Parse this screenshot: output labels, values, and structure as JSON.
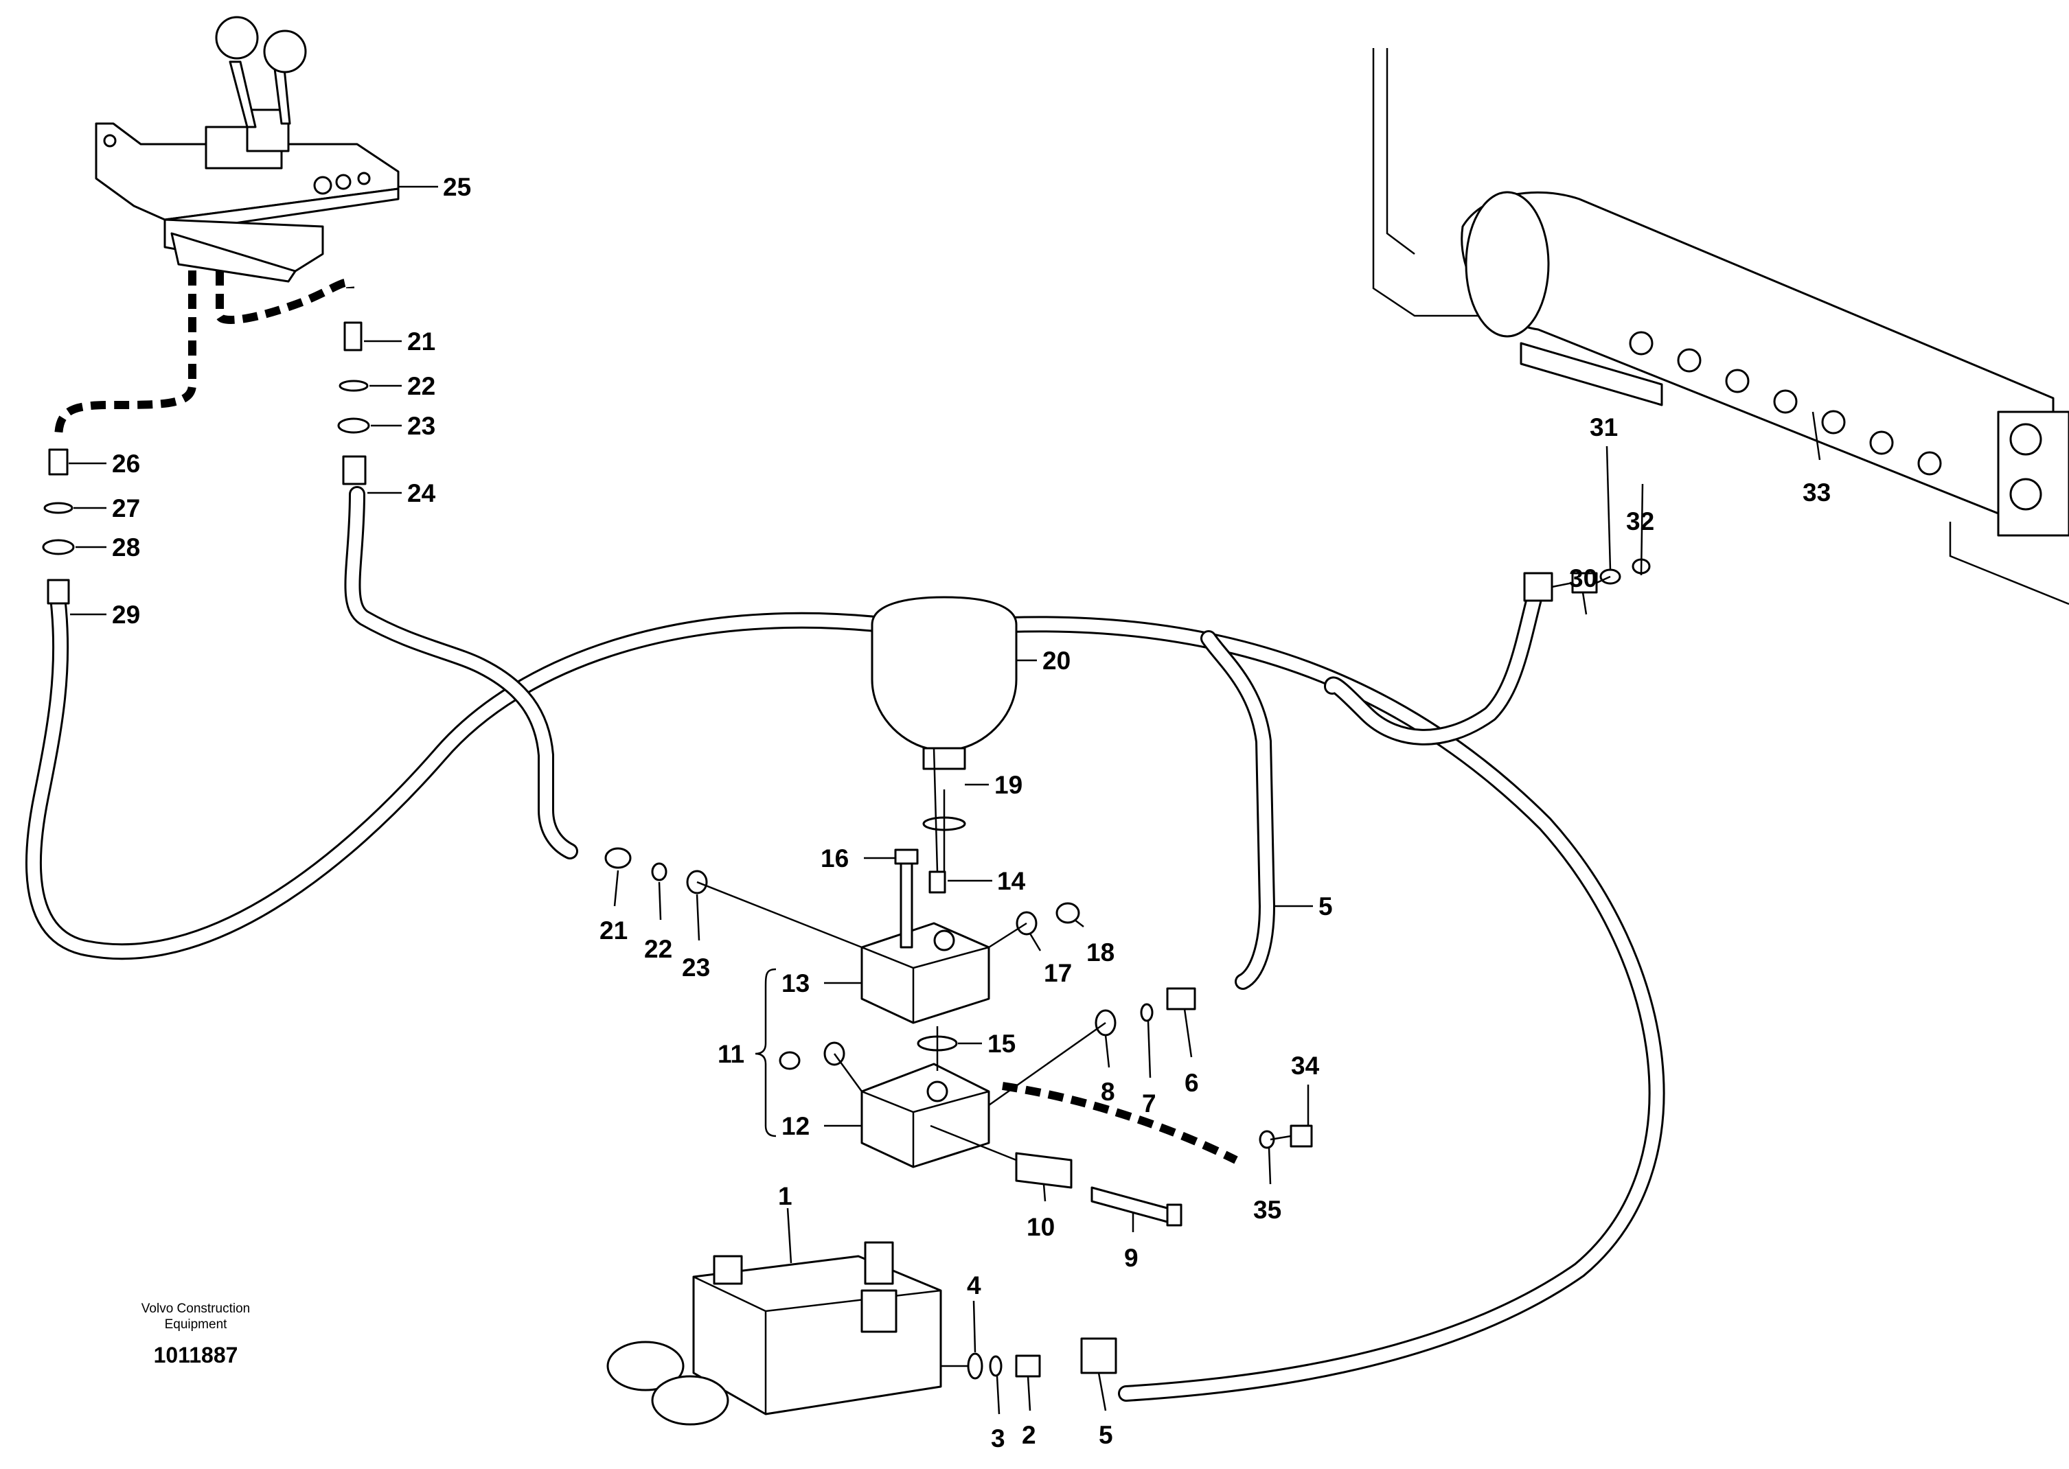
{
  "footer": {
    "company_line1": "Volvo Construction",
    "company_line2": "Equipment",
    "drawing_number": "1011887"
  },
  "callouts": [
    {
      "id": "c25",
      "label": "25"
    },
    {
      "id": "c21a",
      "label": "21"
    },
    {
      "id": "c22a",
      "label": "22"
    },
    {
      "id": "c23a",
      "label": "23"
    },
    {
      "id": "c24",
      "label": "24"
    },
    {
      "id": "c26",
      "label": "26"
    },
    {
      "id": "c27",
      "label": "27"
    },
    {
      "id": "c28",
      "label": "28"
    },
    {
      "id": "c29",
      "label": "29"
    },
    {
      "id": "c20",
      "label": "20"
    },
    {
      "id": "c19",
      "label": "19"
    },
    {
      "id": "c16",
      "label": "16"
    },
    {
      "id": "c14",
      "label": "14"
    },
    {
      "id": "c21b",
      "label": "21"
    },
    {
      "id": "c22b",
      "label": "22"
    },
    {
      "id": "c23b",
      "label": "23"
    },
    {
      "id": "c18",
      "label": "18"
    },
    {
      "id": "c17",
      "label": "17"
    },
    {
      "id": "c13",
      "label": "13"
    },
    {
      "id": "c15",
      "label": "15"
    },
    {
      "id": "c11",
      "label": "11"
    },
    {
      "id": "c12",
      "label": "12"
    },
    {
      "id": "c8",
      "label": "8"
    },
    {
      "id": "c7",
      "label": "7"
    },
    {
      "id": "c6",
      "label": "6"
    },
    {
      "id": "c5a",
      "label": "5"
    },
    {
      "id": "c34",
      "label": "34"
    },
    {
      "id": "c35",
      "label": "35"
    },
    {
      "id": "c10",
      "label": "10"
    },
    {
      "id": "c9",
      "label": "9"
    },
    {
      "id": "c1",
      "label": "1"
    },
    {
      "id": "c4",
      "label": "4"
    },
    {
      "id": "c3",
      "label": "3"
    },
    {
      "id": "c2",
      "label": "2"
    },
    {
      "id": "c5b",
      "label": "5"
    },
    {
      "id": "c31",
      "label": "31"
    },
    {
      "id": "c32",
      "label": "32"
    },
    {
      "id": "c30",
      "label": "30"
    },
    {
      "id": "c33",
      "label": "33"
    }
  ]
}
